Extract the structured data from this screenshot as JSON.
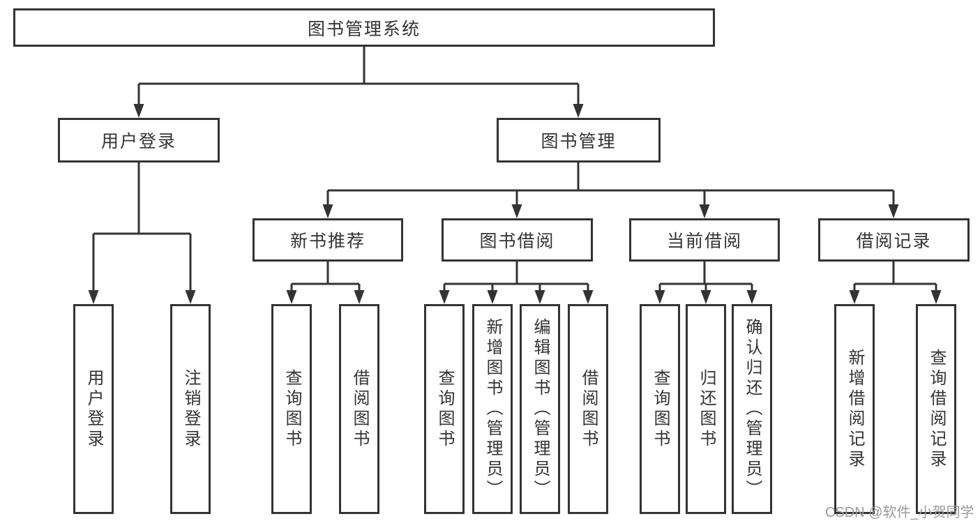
{
  "diagram": {
    "root": {
      "label": "图书管理系统"
    },
    "level2": [
      {
        "label": "用户登录"
      },
      {
        "label": "图书管理"
      }
    ],
    "level3": [
      {
        "label": "新书推荐"
      },
      {
        "label": "图书借阅"
      },
      {
        "label": "当前借阅"
      },
      {
        "label": "借阅记录"
      }
    ],
    "leaves": {
      "user_login": [
        {
          "label": "用户登录"
        },
        {
          "label": "注销登录"
        }
      ],
      "new_book_recommend": [
        {
          "label": "查询图书"
        },
        {
          "label": "借阅图书"
        }
      ],
      "book_borrowing": [
        {
          "label": "查询图书"
        },
        {
          "label": "新增图书（管理员）"
        },
        {
          "label": "编辑图书（管理员）"
        },
        {
          "label": "借阅图书"
        }
      ],
      "current_borrowing": [
        {
          "label": "查询图书"
        },
        {
          "label": "归还图书"
        },
        {
          "label": "确认归还（管理员）"
        }
      ],
      "borrowing_records": [
        {
          "label": "新增借阅记录"
        },
        {
          "label": "查询借阅记录"
        }
      ]
    }
  },
  "watermark": {
    "text": "CSDN @软件_小贺同学"
  },
  "colors": {
    "line": "#333333",
    "text": "#333333",
    "watermark": "#9b9b9b",
    "background": "#ffffff"
  }
}
